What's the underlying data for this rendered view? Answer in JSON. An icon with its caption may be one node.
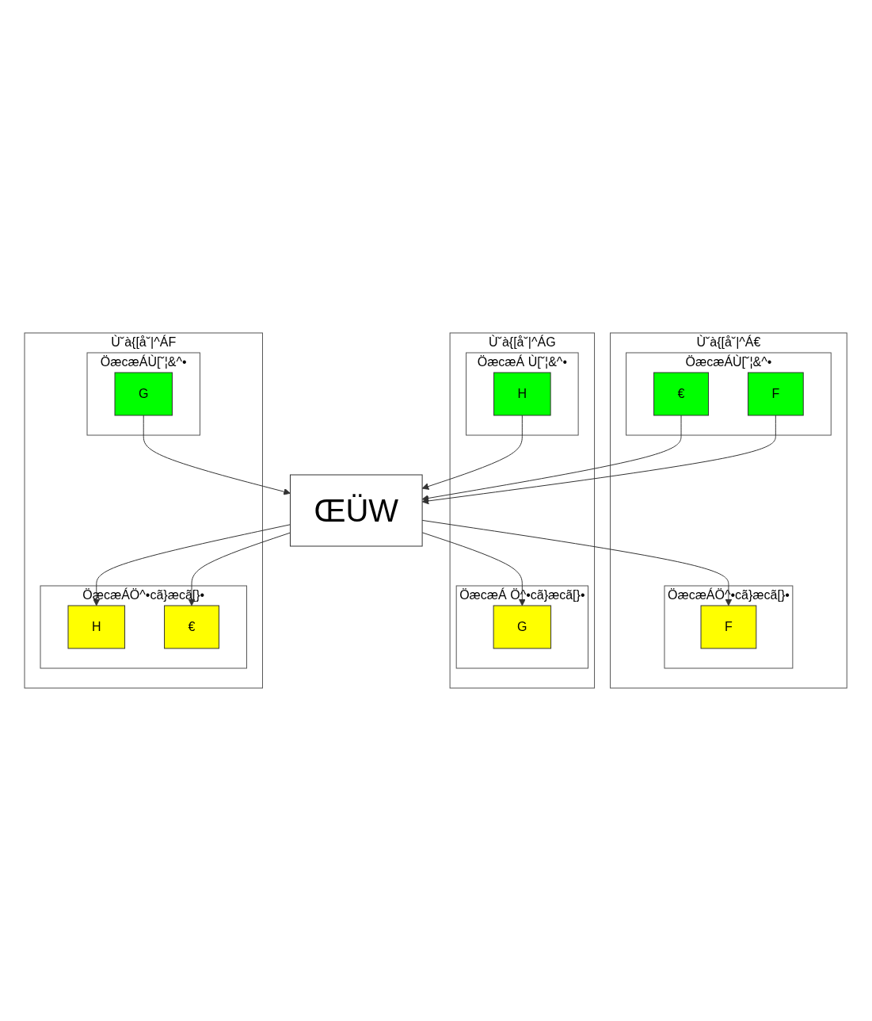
{
  "diagram": {
    "nodes": [
      {
        "text": [
          "Ù˘à{[å˘|^Á€"
        ]
      },
      {
        "text": [
          "ÖæcæÁÙ[˘¦&^•"
        ],
        "in": 0
      },
      {
        "text": [
          "€"
        ],
        "in": 1
      },
      {
        "text": [
          "F"
        ],
        "in": 1
      },
      {
        "text": [
          "ÖæcæÁÖ^•cã}æcã[}•"
        ],
        "in": 0
      },
      {
        "text": [
          "F"
        ],
        "in": 4
      },
      {
        "text": [
          "Ù˘à{[å˘|^ÁG"
        ]
      },
      {
        "text": [
          "ÖæcæÁ Ö^•cã}æcã[}•"
        ],
        "in": 6
      },
      {
        "text": [
          "G"
        ],
        "in": 7
      },
      {
        "text": [
          "ÖæcæÁ Ù[˘¦&^•"
        ],
        "in": 6
      },
      {
        "text": [
          "H"
        ],
        "in": 9
      },
      {
        "text": [
          "ŒÜW"
        ]
      },
      {
        "text": [
          "Ù˘à{[å˘|^ÁF"
        ]
      },
      {
        "text": [
          "ÖæcæÁÙ[˘¦&^•"
        ],
        "in": 12
      },
      {
        "text": [
          "G"
        ],
        "in": 13
      },
      {
        "text": [
          "ÖæcæÁÖ^•cã}æcã[}•"
        ],
        "in": 12
      },
      {
        "text": [
          "H"
        ],
        "in": 15
      },
      {
        "text": [
          "€"
        ],
        "in": 15
      }
    ],
    "edges": [
      {
        "from": 2,
        "to": 11,
        "arrow": "to"
      },
      {
        "from": 3,
        "to": 11,
        "arrow": "to"
      },
      {
        "from": 11,
        "to": 5,
        "arrow": "to"
      },
      {
        "from": 11,
        "to": 8,
        "arrow": "to"
      },
      {
        "from": 10,
        "to": 11,
        "arrow": "to"
      },
      {
        "from": 14,
        "to": 11,
        "arrow": "to"
      },
      {
        "from": 11,
        "to": 16,
        "arrow": "to"
      },
      {
        "from": 11,
        "to": 17,
        "arrow": "to"
      }
    ]
  }
}
